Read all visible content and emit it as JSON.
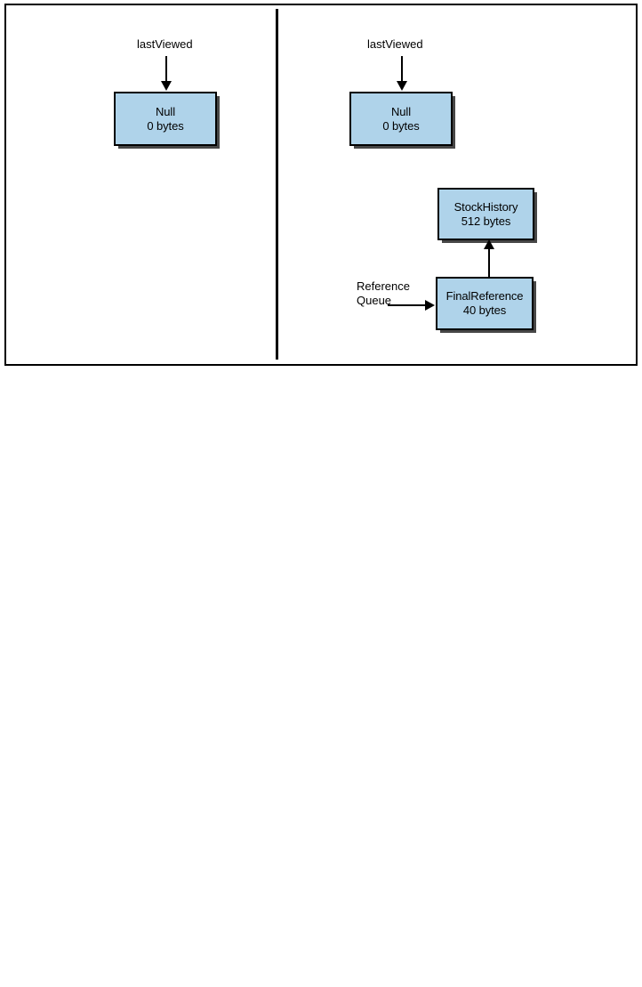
{
  "figure": {
    "type": "diagram",
    "description": "Two-panel object reference diagram showing heap state before and after finalization",
    "panels": [
      {
        "id": "left-panel",
        "labels": [
          {
            "name": "lastViewed",
            "text": "lastViewed"
          }
        ],
        "boxes": [
          {
            "id": "null-left",
            "title": "Null",
            "size": "0 bytes"
          }
        ],
        "arrows": [
          {
            "from": "lastViewed",
            "to": "null-left",
            "direction": "down"
          }
        ]
      },
      {
        "id": "right-panel",
        "labels": [
          {
            "name": "lastViewed",
            "text": "lastViewed"
          },
          {
            "name": "reference-queue",
            "line1": "Reference",
            "line2": "Queue"
          }
        ],
        "boxes": [
          {
            "id": "null-right",
            "title": "Null",
            "size": "0 bytes"
          },
          {
            "id": "stockhistory",
            "title": "StockHistory",
            "size": "512 bytes"
          },
          {
            "id": "finalreference",
            "title": "FinalReference",
            "size": "40 bytes"
          }
        ],
        "arrows": [
          {
            "from": "lastViewed",
            "to": "null-right",
            "direction": "down"
          },
          {
            "from": "finalreference",
            "to": "stockhistory",
            "direction": "up"
          },
          {
            "from": "reference-queue",
            "to": "finalreference",
            "direction": "right"
          }
        ]
      }
    ],
    "colors": {
      "box_fill": "#AFD3EA",
      "box_border": "#000000",
      "frame_border": "#000000",
      "text": "#000000"
    }
  }
}
